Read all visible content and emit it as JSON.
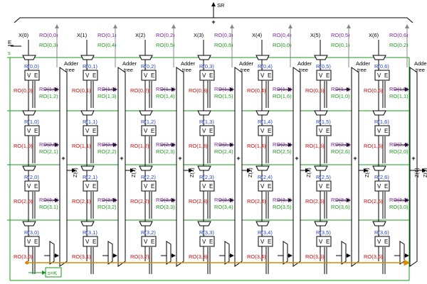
{
  "colors": {
    "black": "#000000",
    "red": "#e00000",
    "green": "#1a9a1a",
    "purple": "#7a1fa2",
    "blue": "#1f3fd0",
    "gray": "#888888",
    "orange": "#d98a00",
    "feedback": "#2ea52e"
  },
  "labels": {
    "sr": "SR",
    "plus": "+",
    "e": "E",
    "s": "s",
    "adder": "Adder",
    "tree": "tree",
    "v": "V",
    "ve_e": "E",
    "se": "s=K"
  },
  "columns": [
    {
      "x": "X(0)",
      "ro_top": "RO(0,0)",
      "ro_top2": "RO(0,3)",
      "z": "Z(0)",
      "r": [
        "R(0,0)",
        "R(1,0)",
        "R(2,0)",
        "R(3,0)"
      ],
      "ro": [
        "RO(0,0)",
        "RO(1,0)",
        "RO(2,0)",
        "RO(3,0)"
      ],
      "gp": [
        [
          "RO(1,6)",
          "RO(1,2)"
        ],
        [
          "RO(2,5)",
          "RO(2,1)"
        ],
        [
          "RO(3,4)",
          "RO(3,1)"
        ]
      ]
    },
    {
      "x": "X(1)",
      "ro_top": "RO(0,1)",
      "ro_top2": "RO(0,4)",
      "z": "Z(1)",
      "r": [
        "R(0,1)",
        "R(1,1)",
        "R(2,1)",
        "R(3,1)"
      ],
      "ro": [
        "RO(0,1)",
        "RO(1,1)",
        "RO(2,1)",
        "RO(3,1)"
      ],
      "gp": [
        [
          "RO(1,0)",
          "RO(1,3)"
        ],
        [
          "RO(2,6)",
          "RO(2,2)"
        ],
        [
          "RO(3,5)",
          "RO(3,2)"
        ]
      ]
    },
    {
      "x": "X(2)",
      "ro_top": "RO(0,2)",
      "ro_top2": "RO(0,5)",
      "z": "Z(1)",
      "r": [
        "R(0,2)",
        "R(1,2)",
        "R(2,2)",
        "R(3,2)"
      ],
      "ro": [
        "RO(0,2)",
        "RO(1,2)",
        "RO(2,2)",
        "RO(3,2)"
      ],
      "gp": [
        [
          "RO(1,1)",
          "RO(1,4)"
        ],
        [
          "RO(2,0)",
          "RO(2,3)"
        ],
        [
          "RO(3,6)",
          "RO(3,3)"
        ]
      ]
    },
    {
      "x": "X(3)",
      "ro_top": "RO(0,3)",
      "ro_top2": "RO(0,6)",
      "z": "Z(2)",
      "r": [
        "R(0,3)",
        "R(1,3)",
        "R(2,3)",
        "R(3,3)"
      ],
      "ro": [
        "RO(0,3)",
        "RO(1,3)",
        "RO(2,3)",
        "RO(3,3)"
      ],
      "gp": [
        [
          "RO(1,2)",
          "RO(1,5)"
        ],
        [
          "RO(2,1)",
          "RO(2,4)"
        ],
        [
          "RO(3,0)",
          "RO(3,4)"
        ]
      ]
    },
    {
      "x": "X(4)",
      "ro_top": "RO(0,4)",
      "ro_top2": "RO(0,0)",
      "z": "Z(3)",
      "r": [
        "R(0,4)",
        "R(1,4)",
        "R(2,4)",
        "R(3,4)"
      ],
      "ro": [
        "RO(0,4)",
        "RO(1,4)",
        "RO(2,4)",
        "RO(3,4)"
      ],
      "gp": [
        [
          "RO(1,3)",
          "RO(1,6)"
        ],
        [
          "RO(2,2)",
          "RO(2,5)"
        ],
        [
          "RO(3,1)",
          "RO(3,5)"
        ]
      ]
    },
    {
      "x": "X(5)",
      "ro_top": "RO(0,5)",
      "ro_top2": "RO(0,1)",
      "z": "Z(4)",
      "r": [
        "R(0,5)",
        "R(1,5)",
        "R(2,5)",
        "R(3,5)"
      ],
      "ro": [
        "RO(0,5)",
        "RO(1,5)",
        "RO(2,5)",
        "RO(3,5)"
      ],
      "gp": [
        [
          "RO(1,4)",
          "RO(1,0)"
        ],
        [
          "RO(2,3)",
          "RO(2,6)"
        ],
        [
          "RO(3,2)",
          "RO(3,6)"
        ]
      ]
    },
    {
      "x": "X(6)",
      "ro_top": "RO(0,6)",
      "ro_top2": "RO(0,2)",
      "z": "Z(5)",
      "r": [
        "R(0,6)",
        "R(1,6)",
        "R(2,6)",
        "R(3,6)"
      ],
      "ro": [
        "RO(0,6)",
        "RO(1,6)",
        "RO(2,6)",
        "RO(3,6)"
      ],
      "gp": [
        [
          "RO(1,5)",
          "RO(1,1)"
        ],
        [
          "RO(2,4)",
          "RO(2,0)"
        ],
        [
          "RO(3,3)",
          "RO(3,0)"
        ]
      ]
    }
  ],
  "last_z": "Z(6)"
}
